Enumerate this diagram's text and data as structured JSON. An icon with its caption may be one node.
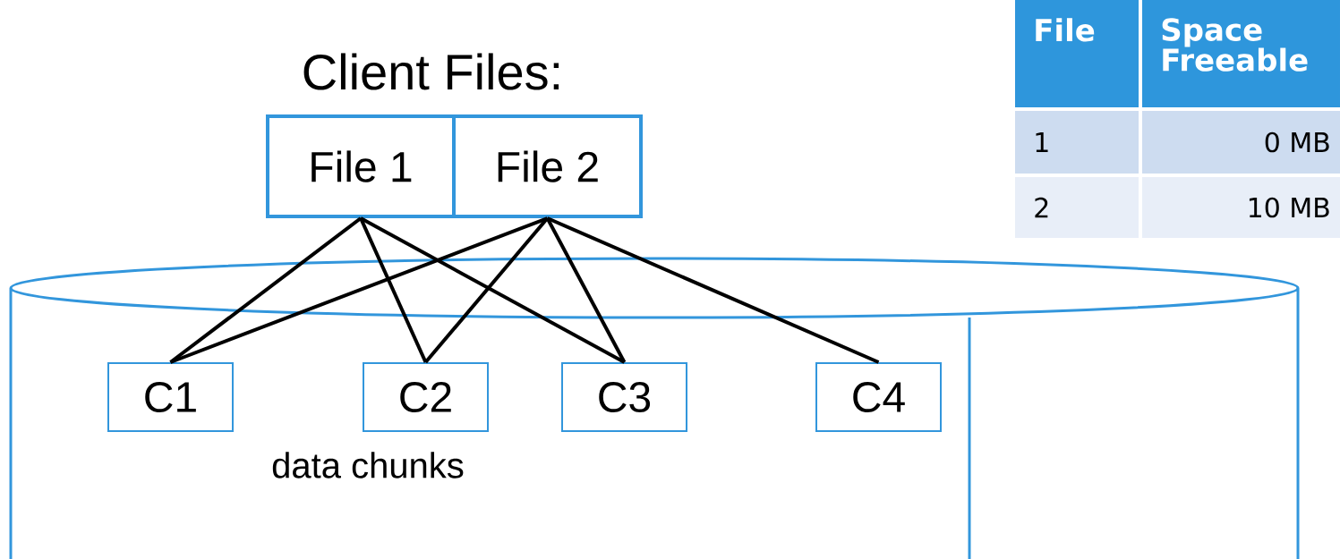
{
  "diagram": {
    "title": "Client Files:",
    "nodes": [
      {
        "text": [
          "File 1"
        ]
      },
      {
        "text": [
          "File 2"
        ]
      },
      {
        "text": [],
        "shape": "cylinder"
      },
      {
        "text": [
          "C1"
        ],
        "in": 2
      },
      {
        "text": [
          "C2"
        ],
        "in": 2
      },
      {
        "text": [
          "C3"
        ],
        "in": 2
      },
      {
        "text": [
          "C4"
        ],
        "in": 2
      }
    ],
    "edges": [
      {
        "from": 0,
        "to": 3,
        "arrow": "none"
      },
      {
        "from": 0,
        "to": 4,
        "arrow": "none"
      },
      {
        "from": 0,
        "to": 5,
        "arrow": "none"
      },
      {
        "from": 1,
        "to": 3,
        "arrow": "none"
      },
      {
        "from": 1,
        "to": 4,
        "arrow": "none"
      },
      {
        "from": 1,
        "to": 5,
        "arrow": "none"
      },
      {
        "from": 1,
        "to": 6,
        "arrow": "none"
      }
    ],
    "labels": [
      "data chunks",
      "File",
      "Space Freeable",
      "1",
      "0 MB",
      "2",
      "10 MB"
    ]
  }
}
